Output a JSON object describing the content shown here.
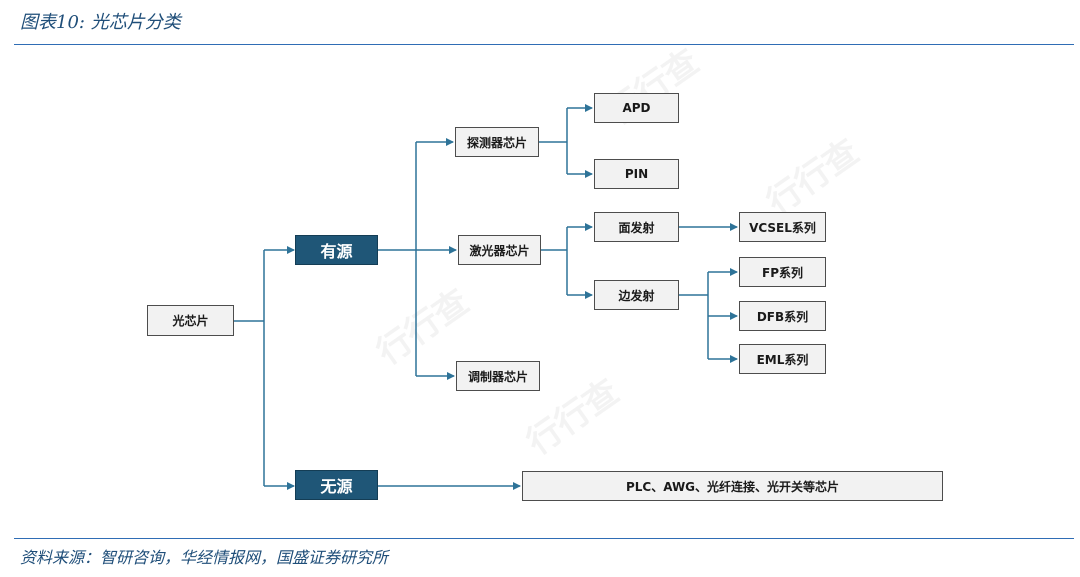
{
  "header": {
    "title": "图表10:  光芯片分类"
  },
  "footer": {
    "source": "资料来源：智研咨询，华经情报网，国盛证券研究所"
  },
  "diagram": {
    "root": "光芯片",
    "active": "有源",
    "passive": "无源",
    "detector": "探测器芯片",
    "apd": "APD",
    "pin": "PIN",
    "laser": "激光器芯片",
    "surface": "面发射",
    "vcsel": "VCSEL系列",
    "edge": "边发射",
    "fp": "FP系列",
    "dfb": "DFB系列",
    "eml": "EML系列",
    "modulator": "调制器芯片",
    "passive_items": "PLC、AWG、光纤连接、光开关等芯片"
  },
  "colors": {
    "accent": "#2f6db5",
    "node_dark": "#1f5677",
    "connector": "#2e7398"
  }
}
